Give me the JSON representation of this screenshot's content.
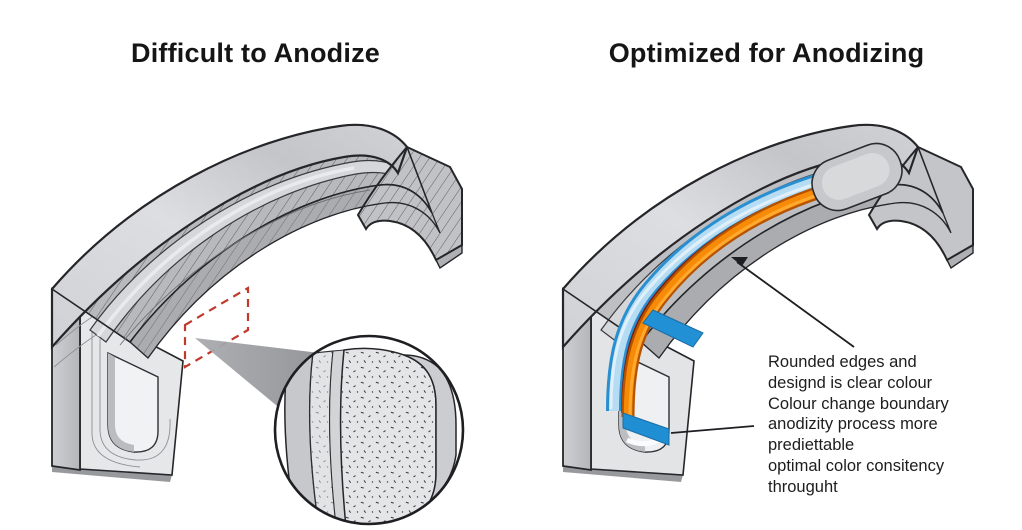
{
  "panels": {
    "left": {
      "title": "Difficult to Anodize"
    },
    "right": {
      "title": "Optimized for Anodizing",
      "annotation_lines": [
        "Rounded edges and",
        "designd is clear colour",
        "Colour change boundary",
        "anodizity process more",
        "prediettable",
        "optimal color consitency",
        "througuht"
      ]
    }
  },
  "colors": {
    "anodized_blue": "#2190d4",
    "anodized_light_blue": "#b5dcf2",
    "anodized_orange": "#f78a06",
    "anodized_dark_red_line": "#7c190c",
    "callout_red_dashed": "#c0392b",
    "part_gray": "#c7c9cc",
    "hatch_gray": "#5d5f64",
    "outline": "#26262a",
    "text": "#1d1d1d",
    "background": "#ffffff"
  }
}
